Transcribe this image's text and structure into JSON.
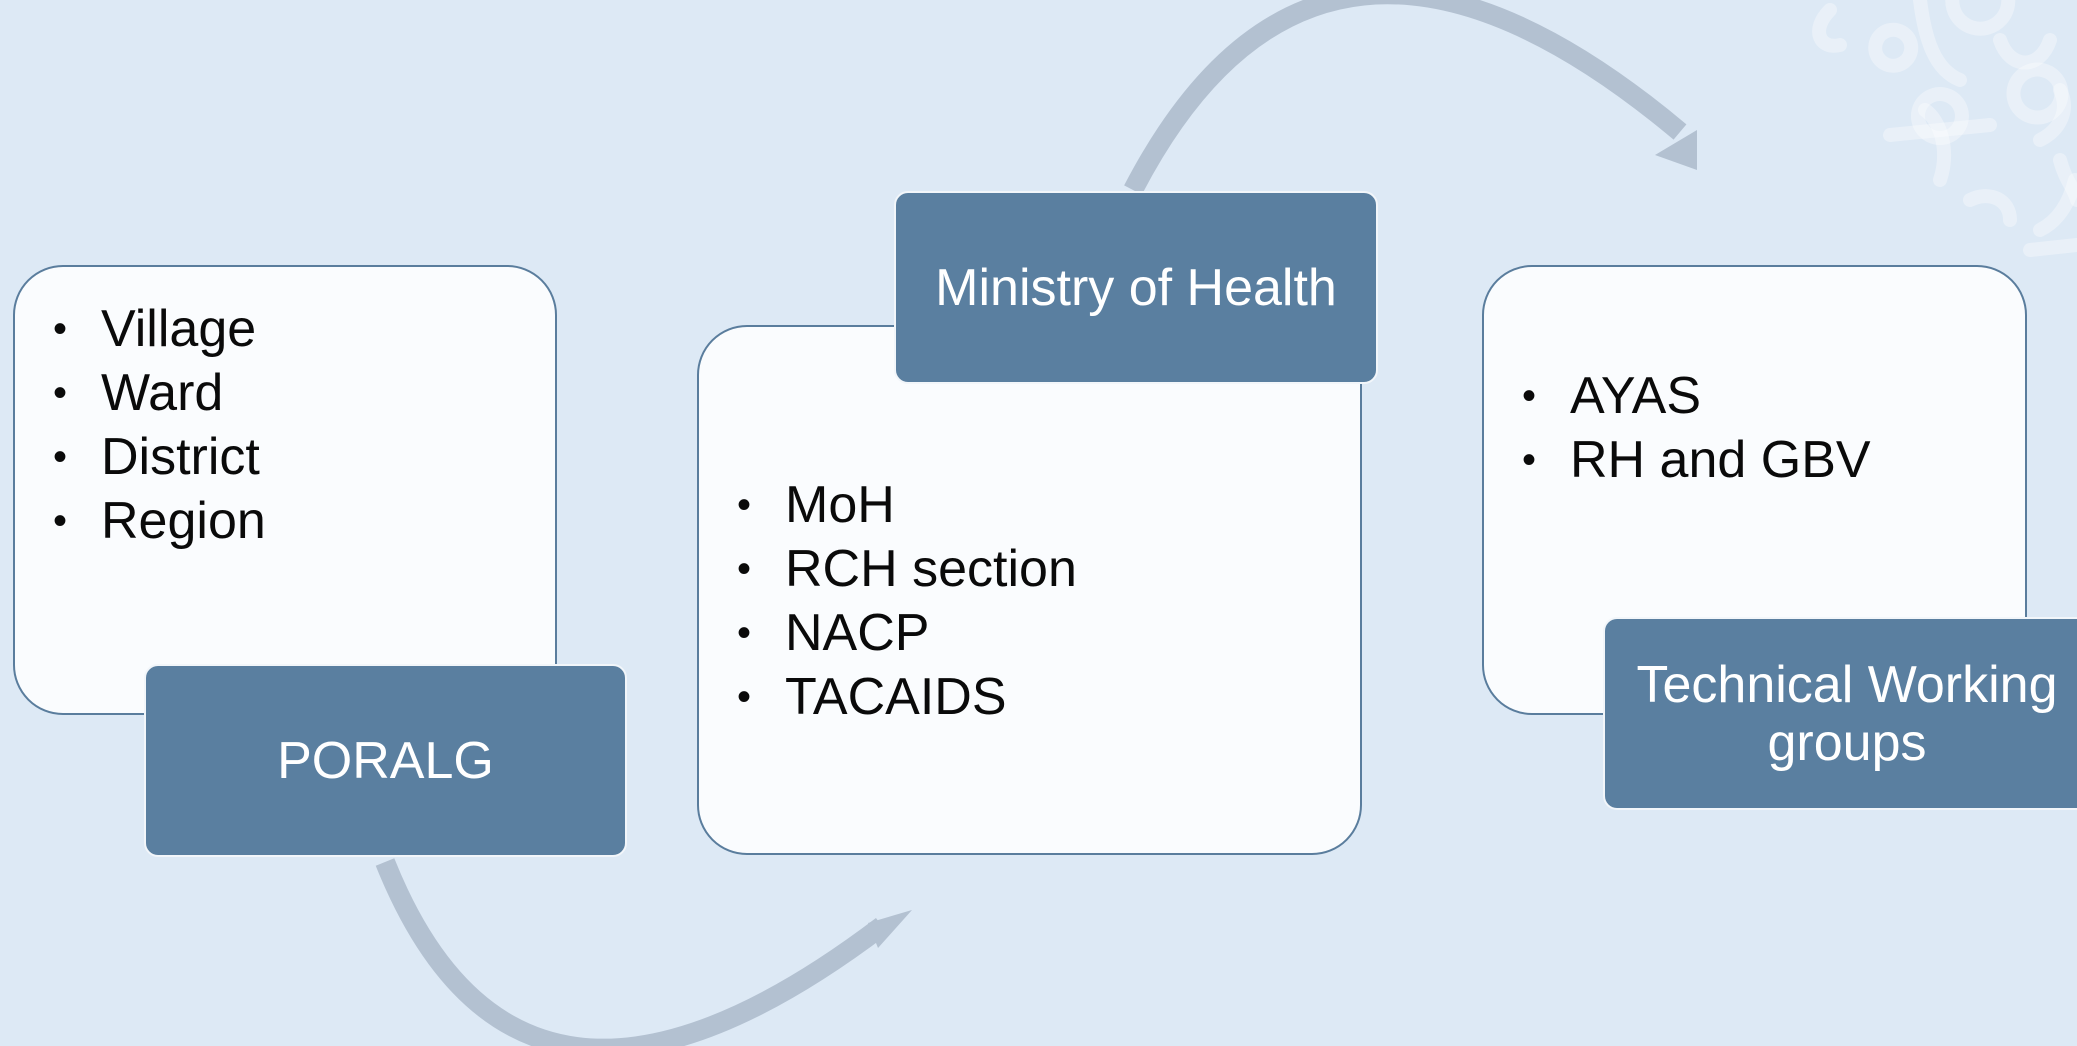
{
  "diagram": {
    "colors": {
      "background": "#dde9f5",
      "card_fill": "#fafcfe",
      "card_border": "#5a7d9d",
      "tag_fill": "#5a7fa0",
      "arrow": "#b3c1d1"
    },
    "groups": [
      {
        "tag": "PORALG",
        "items": [
          "Village",
          "Ward",
          "District",
          "Region"
        ]
      },
      {
        "tag": "Ministry of Health",
        "items": [
          "MoH",
          "RCH section",
          "NACP",
          "TACAIDS"
        ]
      },
      {
        "tag": "Technical Working groups",
        "items": [
          "AYAS",
          "RH and GBV"
        ]
      }
    ]
  }
}
